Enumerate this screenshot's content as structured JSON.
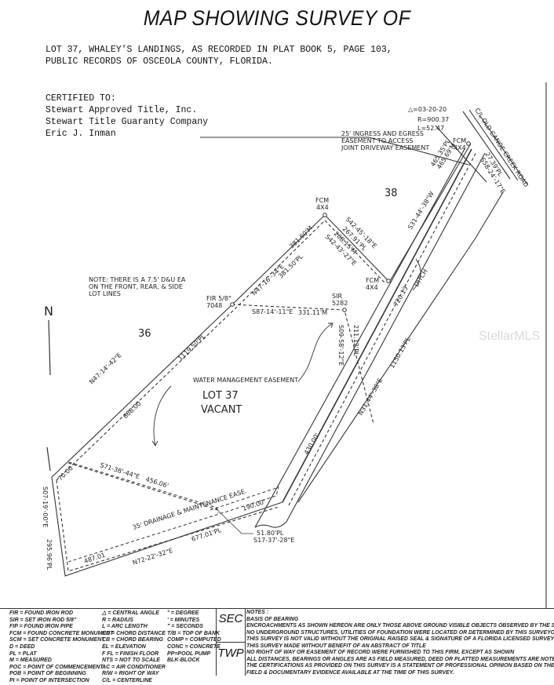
{
  "title": "MAP SHOWING SURVEY OF",
  "legal_description": [
    "LOT 37, WHALEY'S LANDINGS, AS RECORDED IN PLAT BOOK 5, PAGE 103,",
    "PUBLIC RECORDS OF OSCEOLA COUNTY, FLORIDA."
  ],
  "certified": {
    "heading": "CERTIFIED TO:",
    "parties": [
      "Stewart Approved Title, Inc.",
      "Stewart Title Guaranty Company",
      "Eric J. Inman"
    ]
  },
  "drawing": {
    "north": "N",
    "curve": {
      "delta": "△=03-20-20",
      "radius": "R=900.37",
      "length": "L=52.47"
    },
    "road": "C/L OLD CANOE CREEK ROAD",
    "ingress": [
      "25' INGRESS AND EGRESS",
      "EASEMENT TO ACCESS",
      "JOINT DRIVEWAY EASEMENT"
    ],
    "note": [
      "NOTE: THERE IS A 7.5' D&U EA",
      "ON THE FRONT, REAR, & SIDE",
      "LOT LINES"
    ],
    "fcm": "FCM",
    "fcm_size": "4X4",
    "fir": "FIR 5/8\"",
    "fir_num": "7048",
    "sir": "SIR",
    "sir_num": "5282",
    "lot36": "36",
    "lot38": "38",
    "lot37": "LOT 37",
    "vacant": "VACANT",
    "wme": "WATER MANAGEMENT EASEMENT",
    "ditch": "DITCH",
    "drainage": "35' DRAINAGE & MAINTENANCE EASE.",
    "b": {
      "n47_16": "N47-16'-34\"E",
      "d381m": "381.60'M",
      "d381pl": "381.50'PL",
      "s42_45": "S42-45'-18\"E",
      "d267": "267.91'PL",
      "d268": "268.15'M",
      "s42_43": "S42-43'-27\"E",
      "s31": "S31-44'-38\"W",
      "d465pl": "465.35'PL",
      "d465m": "465.69'M",
      "d27": "27.39'PL",
      "s58": "S58-24'-17\"E",
      "s87": "S87-14'-11\"E",
      "d331": "331.11'M",
      "s09": "S09-58'-12\"E",
      "d211": "211.12'PL",
      "d720": "720.13'",
      "d1150": "1150.13'PL",
      "n31": "N31-44'-38\"E",
      "n47_14": "N47-14'-42\"E",
      "d1119": "1119.50'PL",
      "d668": "668.00",
      "d70": "70.00",
      "s71": "S71-38'-44\"E",
      "d456": "456.06'",
      "s07": "S07-19'-00\"E",
      "d295": "295.96'PL",
      "d430": "430.00'",
      "d190": "190.00'",
      "d51": "51.80'PL",
      "s17": "S17-37'-28\"E",
      "n72": "N72-22'-32\"E",
      "d677": "677.01'PL",
      "d487": "487.01"
    }
  },
  "legend": {
    "col1": [
      "FIR = FOUND IRON ROD",
      "SIR = SET IRON ROD 5/8\"",
      "FIP = FOUND IRON PIPE",
      "FCM = FOUND CONCRETE MONUMENT",
      "SCM = SET CONCRETE MONUMENT",
      "D = DEED",
      "PL = PLAT",
      "M = MEASURED",
      "POC = POINT OF COMMENCEMENT",
      "POB = POINT OF BEGINNING",
      "PI = POINT OF INTERSECTION"
    ],
    "col2": [
      "△ = CENTRAL ANGLE",
      "R = RADIUS",
      "L = ARC LENGTH",
      "CD = CHORD DISTANCE",
      "CB = CHORD BEARING",
      "EL = ELEVATION",
      "F FL = FINISH FLOOR",
      "NTS = NOT TO SCALE",
      "AC = AIR CONDITIONER",
      "R/W = RIGHT OF WAY",
      "C/L = CENTERLINE"
    ],
    "col3": [
      "° = DEGREE",
      "' = MINUTES",
      "\" = SECONDS",
      "T/B = TOP OF BANK",
      "COMP = COMPUTED",
      "CONC = CONCRETE",
      "PP=POOL PUMP",
      "BLK-BLOCK"
    ],
    "sec": "SEC",
    "twp": "TWP",
    "notes": [
      "NOTES :",
      "BASIS OF BEARING",
      "ENCROACHMENTS AS SHOWN HEREON ARE ONLY THOSE ABOVE GROUND VISIBLE OBJECTS OBSERVED BY THE SURVEYOR",
      "NO UNDERGROUND STRUCTURES, UTILITIES OF FOUNDATION WERE LOCATED OR DETERMINED BY THIS SURVEYOR",
      "THIS SURVEY IS NOT VALID WITHOUT THE ORIGINAL RAISED SEAL & SIGNATURE OF A FLORIDA LICENSED SURVEYOR",
      "THIS SURVEY MADE WITHOUT BENEFIT OF AN ABSTRACT OF TITLE",
      "NO RIGHT OF WAY OR EASEMENT OF RECORD WERE FURNISHED TO THIS FIRM, EXCEPT AS SHOWN",
      "ALL DISTANCES, BEARINGS OR ANGLES ARE AS FIELD MEASURED, DEED OR PLATTED MEASUREMENTS ARE NOTED",
      "THE CERTIFICATIONS AS PROVIDED ON THIS SURVEY IS A STATEMENT OF PROFESSIONAL OPINION BASED ON THE",
      "FIELD & DOCUMENTARY EVIDENCE AVAILABLE AT THE TIME OF THIS SURVEY."
    ]
  },
  "watermark": "StellarMLS"
}
